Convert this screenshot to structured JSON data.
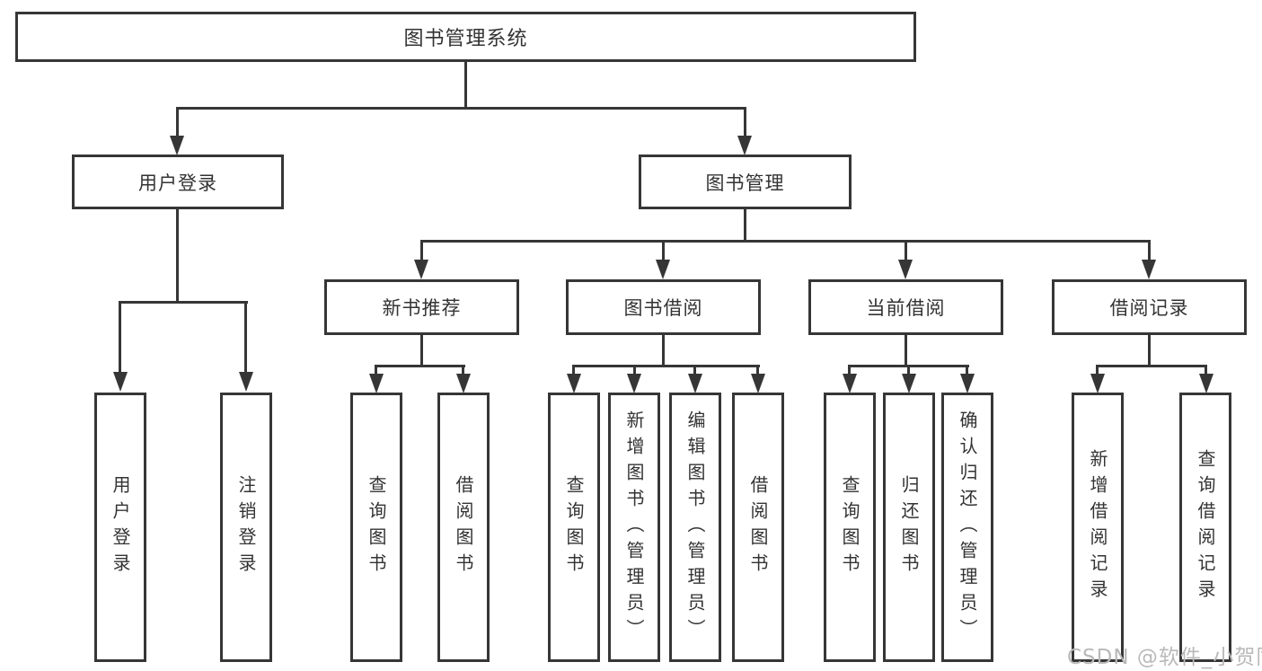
{
  "page": {
    "background": "#ffffff",
    "line_color": "#363636",
    "text_color": "#333333",
    "watermark_color": "#b9b9b9"
  },
  "diagram": {
    "root": {
      "label": "图书管理系统"
    },
    "branches": [
      {
        "label": "用户登录",
        "children": [
          {
            "label": "用户登录"
          },
          {
            "label": "注销登录"
          }
        ]
      },
      {
        "label": "图书管理",
        "children": [
          {
            "label": "新书推荐",
            "children": [
              {
                "label": "查询图书"
              },
              {
                "label": "借阅图书"
              }
            ]
          },
          {
            "label": "图书借阅",
            "children": [
              {
                "label": "查询图书"
              },
              {
                "label": "新增图书（管理员）"
              },
              {
                "label": "编辑图书（管理员）"
              },
              {
                "label": "借阅图书"
              }
            ]
          },
          {
            "label": "当前借阅",
            "children": [
              {
                "label": "查询图书"
              },
              {
                "label": "归还图书"
              },
              {
                "label": "确认归还（管理员）"
              }
            ]
          },
          {
            "label": "借阅记录",
            "children": [
              {
                "label": "新增借阅记录"
              },
              {
                "label": "查询借阅记录"
              }
            ]
          }
        ]
      }
    ],
    "watermark": "CSDN @软件_小贺同学"
  }
}
